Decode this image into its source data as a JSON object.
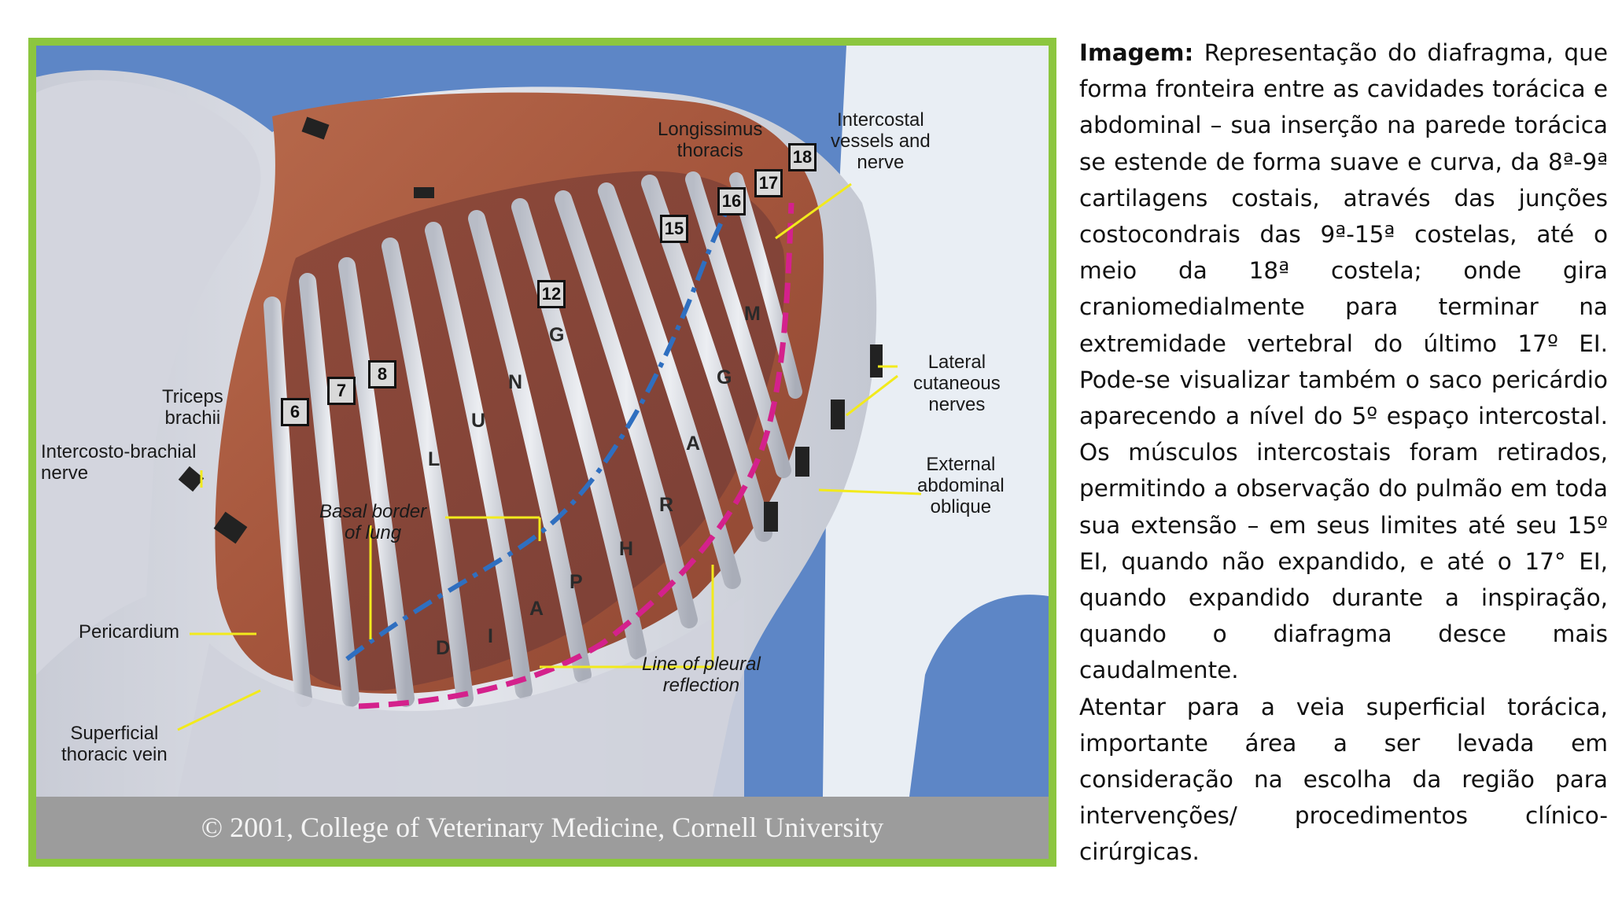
{
  "figure": {
    "labels": {
      "longissimus": "Longissimus\nthoracis",
      "intercostal_vessels": "Intercostal\nvessels and\nnerve",
      "lateral_cutaneous": "Lateral\ncutaneous\nnerves",
      "external_abdominal": "External\nabdominal\noblique",
      "triceps": "Triceps\nbrachii",
      "intercosto_brachial": "Intercosto-brachial\nnerve",
      "basal_border": "Basal border\nof lung",
      "pericardium": "Pericardium",
      "superficial_vein": "Superficial\nthoracic vein",
      "pleural_reflection": "Line of pleural\nreflection"
    },
    "rib_numbers": [
      "6",
      "7",
      "8",
      "12",
      "15",
      "16",
      "17",
      "18"
    ],
    "lung_letters": [
      "L",
      "U",
      "N",
      "G"
    ],
    "diaphragm_letters": [
      "D",
      "I",
      "A",
      "P",
      "H",
      "R",
      "A",
      "G",
      "M"
    ],
    "copyright": "© 2001, College of Veterinary Medicine, Cornell University",
    "colors": {
      "frame": "#8cc63f",
      "basal_border_line": "#2f6fc0",
      "pleural_line": "#d4218c",
      "leader_lines": "#f2ea1c"
    }
  },
  "caption": {
    "title": "Imagem",
    "colon": ":",
    "paragraph1": "Representação do diafragma, que forma fronteira entre as cavidades torácica e abdominal – sua inserção na parede torácica se estende de forma suave e curva, da 8ª-9ª cartilagens costais, através das junções costocondrais das 9ª-15ª costelas, até o meio da 18ª costela; onde gira craniomedialmente para terminar na extremidade vertebral do último 17º EI. Pode-se visualizar também o saco pericárdio aparecendo a nível do 5º espaço intercostal. Os músculos intercostais foram retirados, permitindo a observação do pulmão em toda sua extensão – em seus limites até seu 15º EI, quando não expandido, e até o 17° EI, quando expandido durante a inspiração, quando o diafragma desce mais caudalmente.",
    "paragraph2": "Atentar para a veia superficial torácica, importante área a ser levada em consideração na escolha da região para intervenções/ procedimentos clínico-cirúrgicas."
  }
}
